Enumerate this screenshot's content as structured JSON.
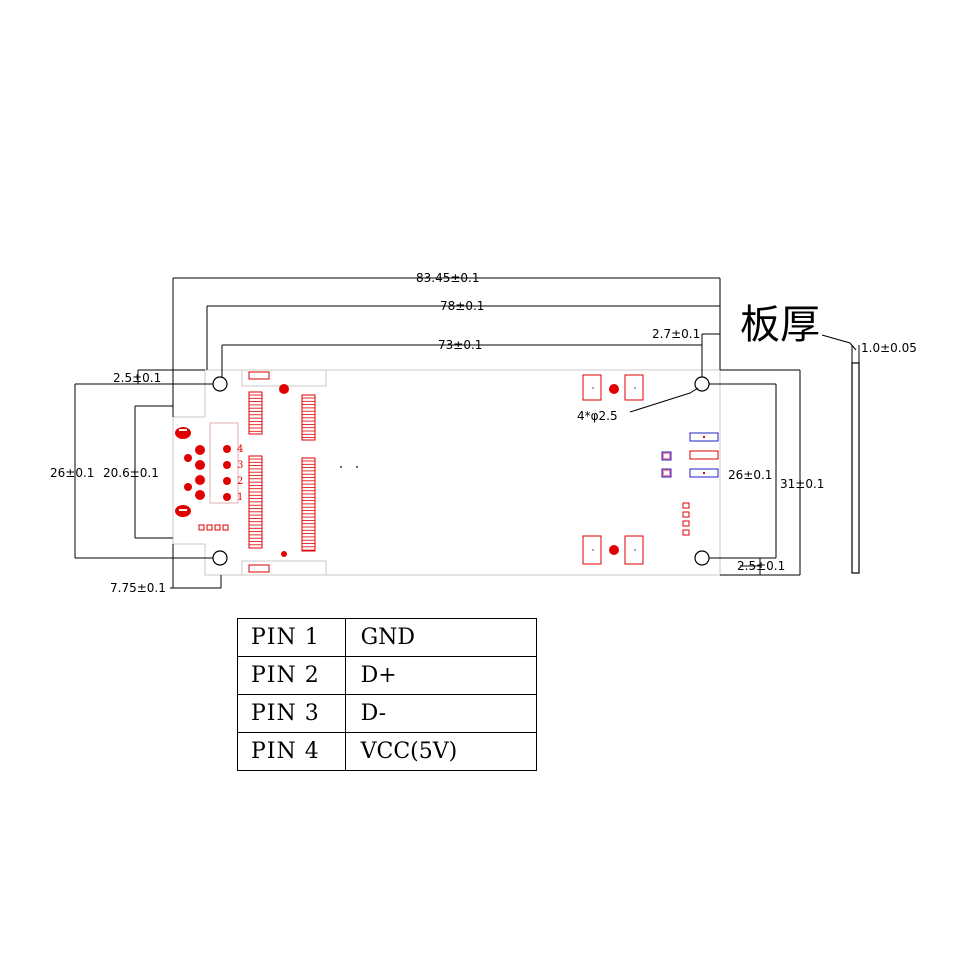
{
  "dimensions": {
    "overall_length": "83.45±0.1",
    "length_78": "78±0.1",
    "hole_spacing_long": "73±0.1",
    "end_offset_right": "2.7±0.1",
    "hole_offset_top": "2.5±0.1",
    "hole_offset_bottom": "2.5±0.1",
    "hole_spec": "4*φ2.5",
    "width_outer_left": "26±0.1",
    "width_inner_left": "20.6±0.1",
    "width_hole_right": "26±0.1",
    "width_outer_right": "31±0.1",
    "step_width": "7.75±0.1"
  },
  "thickness": {
    "label": "板厚",
    "value": "1.0±0.05"
  },
  "connector_pin_numbers": [
    "4",
    "3",
    "2",
    "1"
  ],
  "pin_table": [
    {
      "pin": "PIN 1",
      "signal": "GND"
    },
    {
      "pin": "PIN 2",
      "signal": "D+"
    },
    {
      "pin": "PIN 3",
      "signal": "D-"
    },
    {
      "pin": "PIN 4",
      "signal": "VCC(5V)"
    }
  ],
  "colors": {
    "copper": "#e00000",
    "outline": "#000000",
    "board_edge": "#c8c8c8",
    "marker_blue": "#2020c0",
    "pad_pink": "#ff80a0"
  }
}
